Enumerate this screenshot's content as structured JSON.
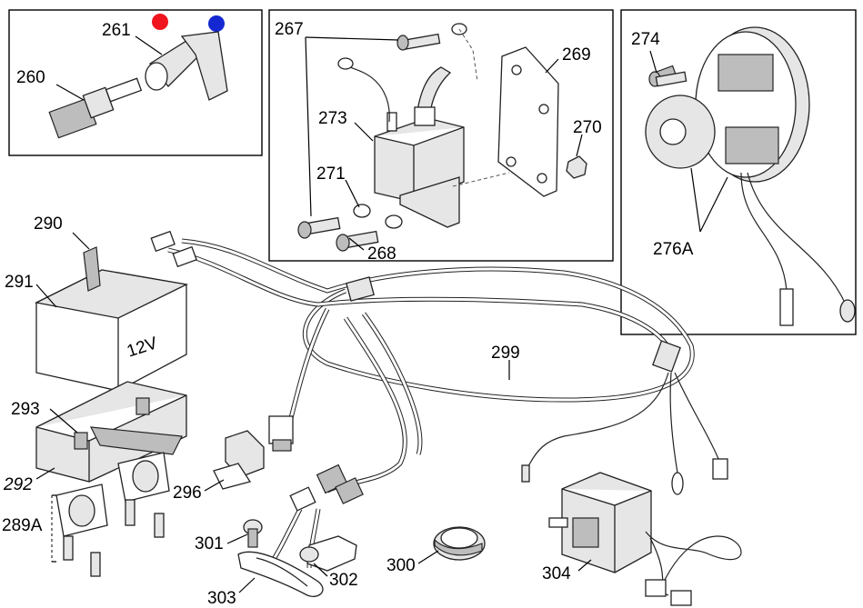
{
  "callouts": {
    "c260": "260",
    "c261": "261",
    "c267": "267",
    "c268": "268",
    "c269": "269",
    "c270": "270",
    "c271": "271",
    "c273": "273",
    "c274": "274",
    "c276A": "276A",
    "c289A": "289A",
    "c290": "290",
    "c291": "291",
    "c292": "292",
    "c293": "293",
    "c296": "296",
    "c299": "299",
    "c300": "300",
    "c301": "301",
    "c302": "302",
    "c303": "303",
    "c304": "304"
  },
  "battery_label": "12V",
  "markers": {
    "red": "#f0141e",
    "blue": "#1428d2"
  }
}
